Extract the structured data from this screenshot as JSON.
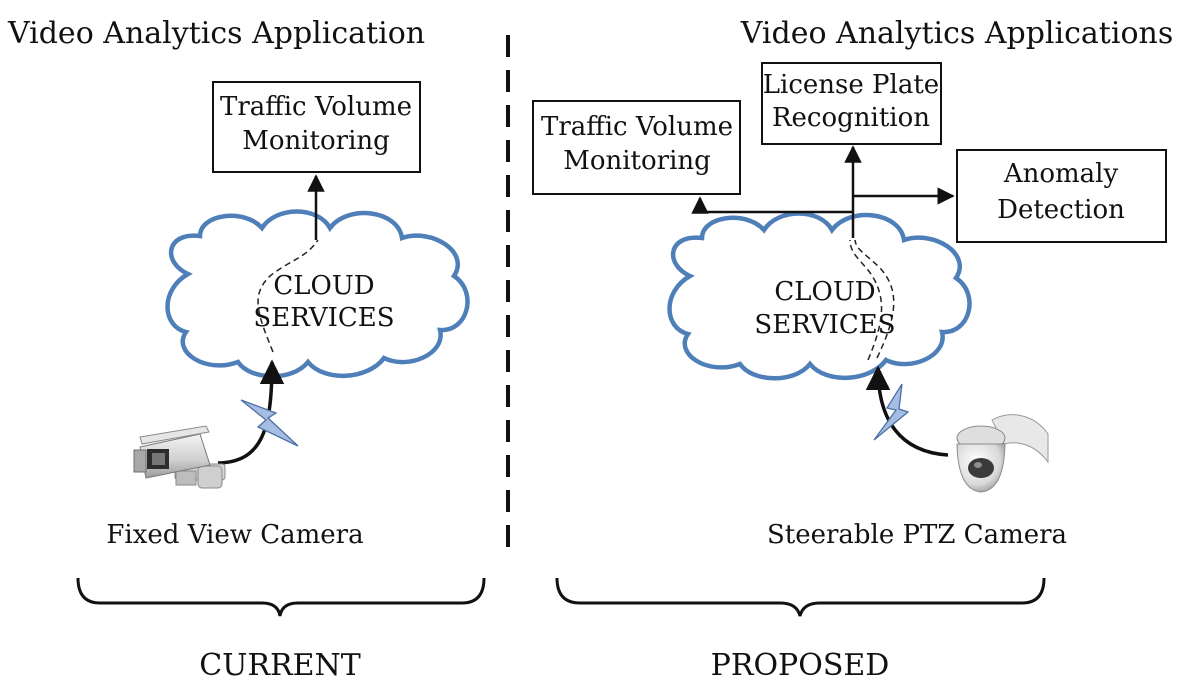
{
  "left": {
    "heading": "Video Analytics Application",
    "box": [
      "Traffic Volume",
      "Monitoring"
    ],
    "cloud": [
      "CLOUD",
      "SERVICES"
    ],
    "camera_label": "Fixed View Camera",
    "section_label": "CURRENT"
  },
  "right": {
    "heading": "Video Analytics Applications",
    "box_traffic": [
      "Traffic Volume",
      "Monitoring"
    ],
    "box_license": [
      "License Plate",
      "Recognition"
    ],
    "box_anomaly": [
      "Anomaly",
      "Detection"
    ],
    "cloud": [
      "CLOUD",
      "SERVICES"
    ],
    "camera_label": "Steerable PTZ Camera",
    "section_label": "PROPOSED"
  },
  "colors": {
    "cloud_outline": "#4f7fb8",
    "wireless_bolt": "#a6bde3"
  },
  "icons": {
    "left_camera": "fixed-cctv-camera-icon",
    "right_camera": "ptz-dome-camera-icon",
    "wireless": "lightning-bolt-icon"
  }
}
